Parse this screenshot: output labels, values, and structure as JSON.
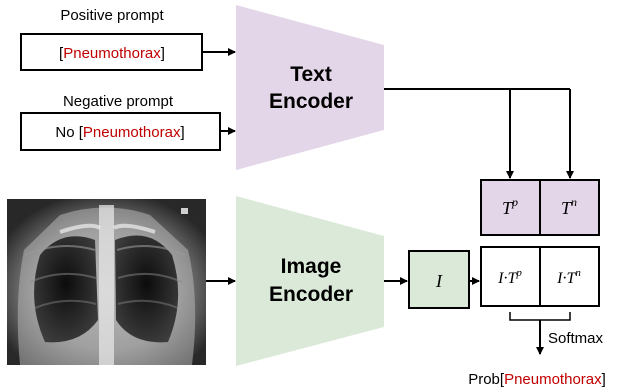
{
  "positive_prompt": {
    "caption": "Positive prompt",
    "open": "[",
    "term": "Pneumothorax",
    "close": "]"
  },
  "negative_prompt": {
    "caption": "Negative prompt",
    "prefix": "No ",
    "open": "[",
    "term": "Pneumothorax",
    "close": "]"
  },
  "text_encoder": {
    "line1": "Text",
    "line2": "Encoder"
  },
  "image_encoder": {
    "line1": "Image",
    "line2": "Encoder"
  },
  "embeddings": {
    "image": "I",
    "text_pos_base": "T",
    "text_pos_sup": "p",
    "text_neg_base": "T",
    "text_neg_sup": "n",
    "sim_pos_base": "I·T",
    "sim_pos_sup": "p",
    "sim_neg_base": "I·T",
    "sim_neg_sup": "n"
  },
  "softmax_label": "Softmax",
  "output": {
    "prefix": "Prob",
    "open": "[",
    "term": "Pneumothorax",
    "close": "]"
  },
  "colors": {
    "text_encoder_fill": "#e3d6e8",
    "image_encoder_fill": "#dbe9d8",
    "term_red": "#c00000"
  }
}
